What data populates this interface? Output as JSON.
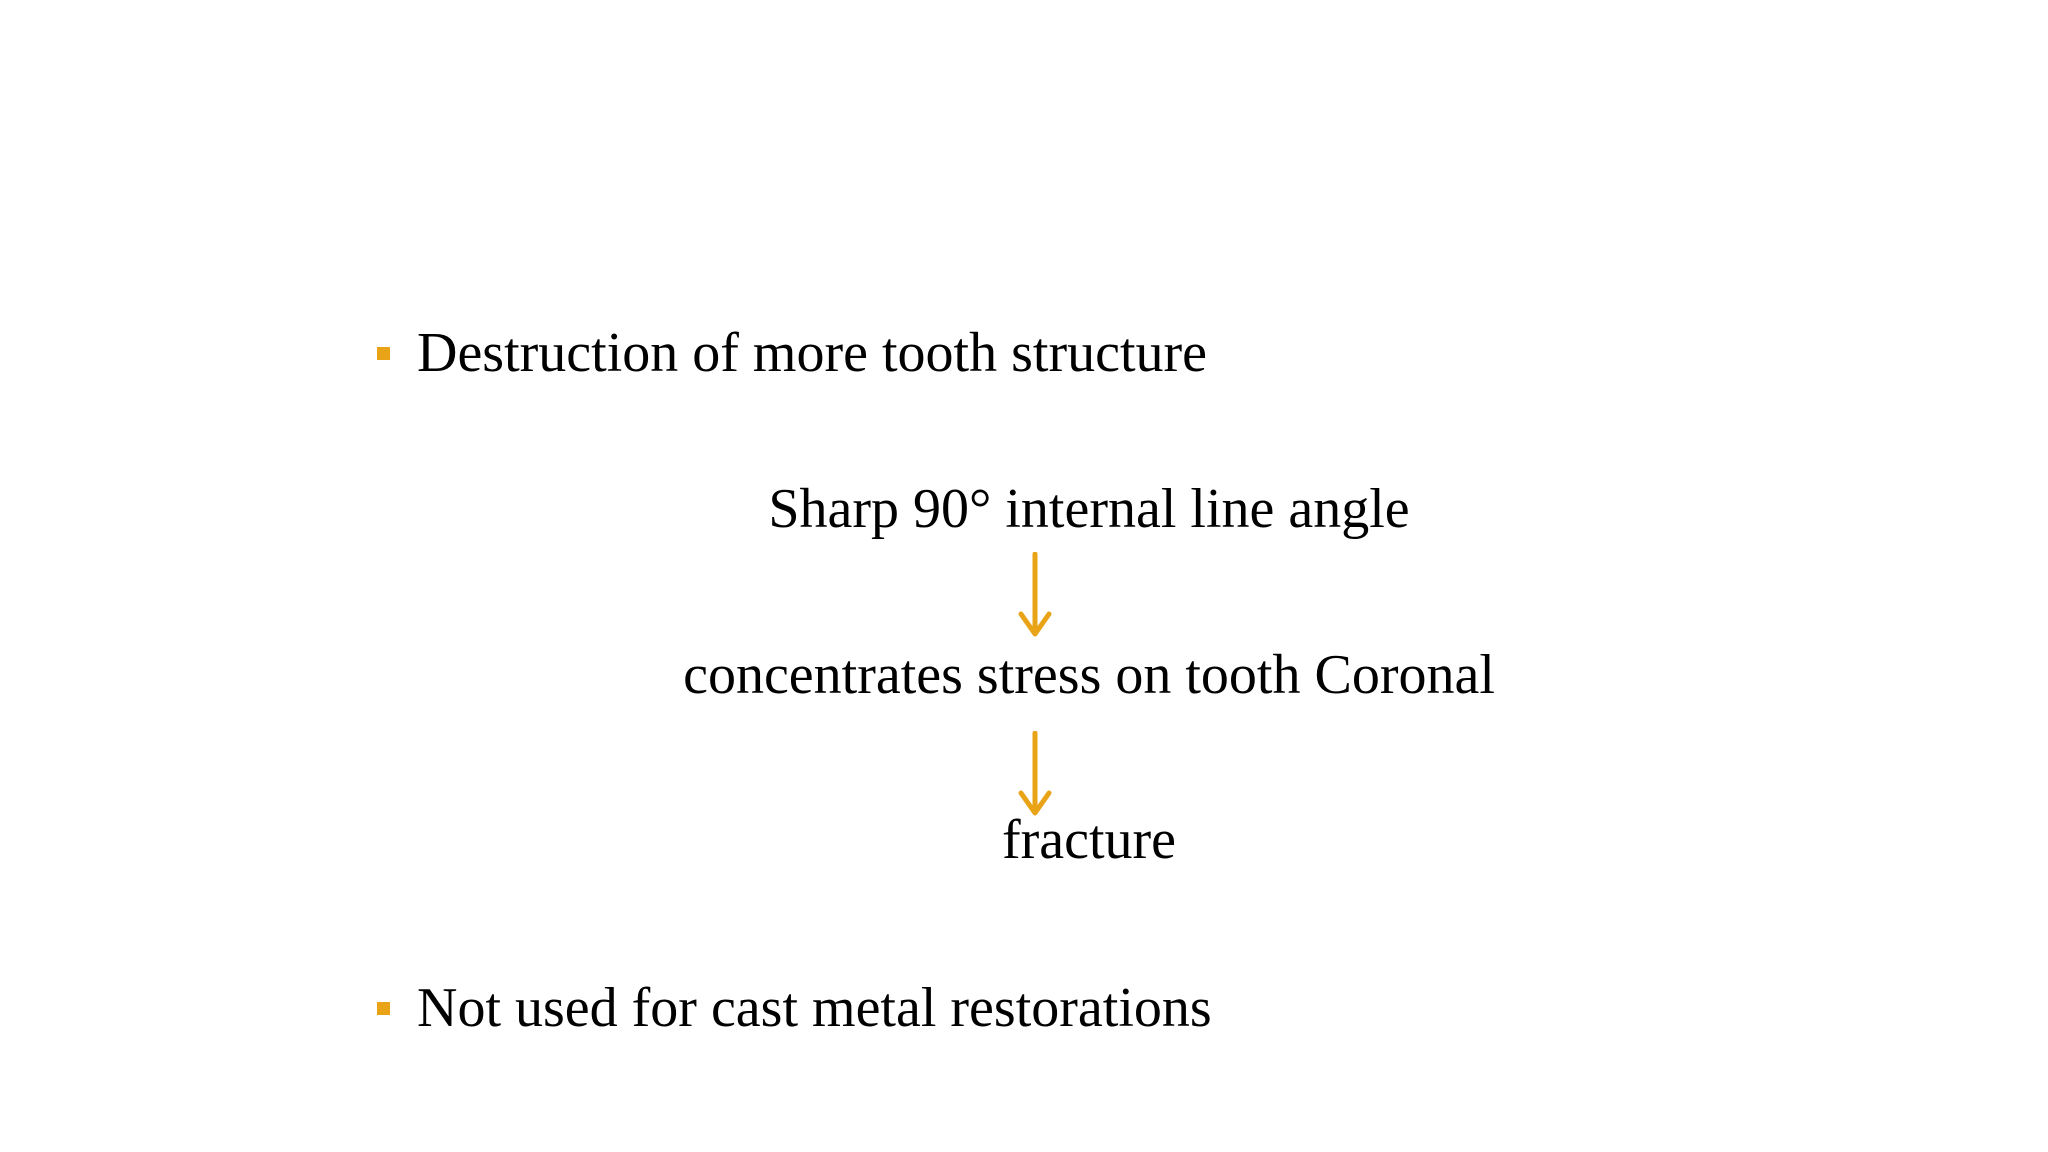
{
  "colors": {
    "accent": "#E8A317",
    "text": "#000000",
    "background": "#FFFFFF"
  },
  "bullets": [
    {
      "text": "Destruction of more tooth structure"
    },
    {
      "text": "Not used for cast metal restorations"
    }
  ],
  "flow": {
    "steps": [
      "Sharp 90° internal line angle",
      "concentrates stress on tooth Coronal",
      "fracture"
    ],
    "arrow_icon": "arrow-down-icon"
  }
}
